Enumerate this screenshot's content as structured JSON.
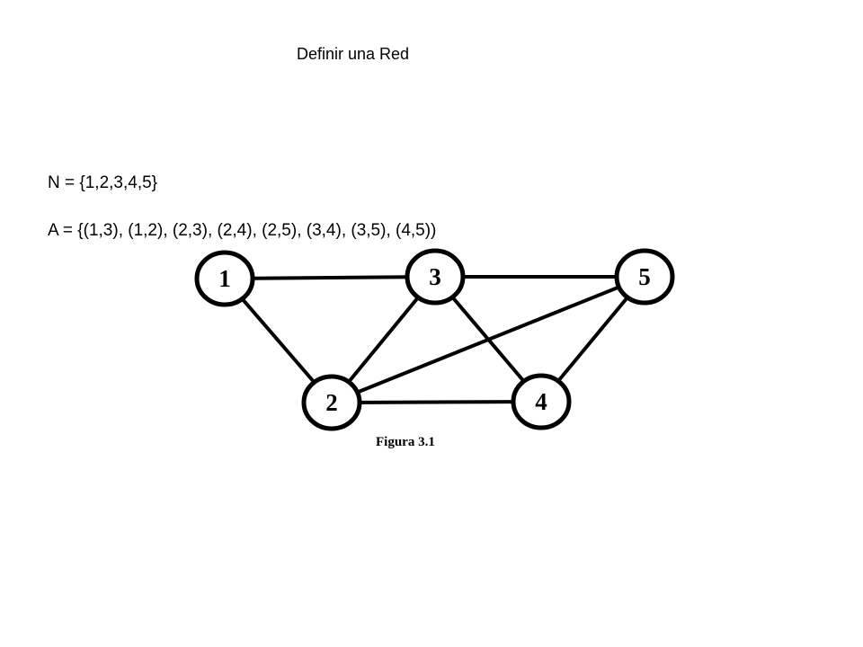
{
  "title": "Definir una Red",
  "nodes_set_text": "N = {1,2,3,4,5}",
  "arcs_set_text": "A = {(1,3), (1,2), (2,3), (2,4), (2,5), (3,4), (3,5), (4,5))",
  "figure_caption": "Figura 3.1",
  "nodes": [
    "1",
    "2",
    "3",
    "4",
    "5"
  ],
  "edges": [
    [
      "1",
      "3"
    ],
    [
      "1",
      "2"
    ],
    [
      "2",
      "3"
    ],
    [
      "2",
      "4"
    ],
    [
      "2",
      "5"
    ],
    [
      "3",
      "4"
    ],
    [
      "3",
      "5"
    ],
    [
      "4",
      "5"
    ]
  ],
  "colors": {
    "ink": "#000000",
    "background": "#ffffff"
  }
}
